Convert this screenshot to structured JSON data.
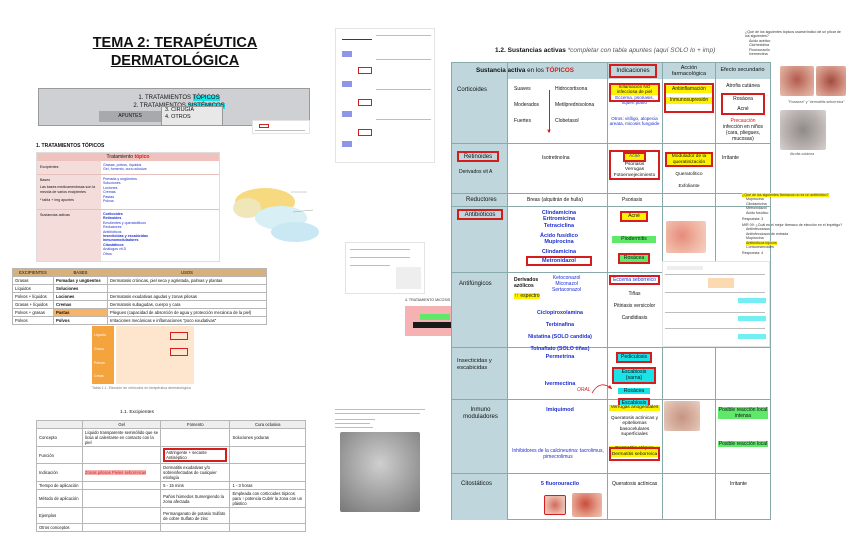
{
  "title": "TEMA 2: TERAPÉUTICA DERMATOLÓGICA",
  "index": {
    "items": [
      "1. TRATAMIENTOS",
      "TÓPICOS",
      "2. TRATAMIENTOS",
      "SISTÉMICOS",
      "3. CIRUGÍA",
      "4. OTROS"
    ],
    "apuntes": "APUNTES"
  },
  "section1": {
    "heading": "1. TRATAMIENTOS TÓPICOS",
    "table_header": "Tratamiento",
    "table_header_hl": "tópico",
    "rows": [
      {
        "label": "Excipientes",
        "items": [
          "Grasas, polvos, líquidos",
          "Gel, fomento, cura oclusiva"
        ]
      },
      {
        "label": "Bases",
        "sub": "Las bases medicamentosas son la mezcla de varios excipientes",
        "note": "* tabla + img apuntes",
        "items": [
          "Pomada y ungüentos",
          "Soluciones",
          "Lociones",
          "Cremas",
          "Pastas",
          "Polvos"
        ]
      },
      {
        "label": "Sustancias activas",
        "items": [
          "Corticoides",
          "Retinoides",
          "Emolientes y queratolíticos",
          "Reductores",
          "Antibióticos",
          "Insecticidas y escabicidas",
          "Inmunomoduladores",
          "Citostáticos",
          "Análogos vit D",
          "Otros"
        ]
      }
    ]
  },
  "excipients_table": {
    "headers": [
      "EXCIPIENTES",
      "BASES",
      "USOS"
    ],
    "rows": [
      [
        "Grasas",
        "Pomadas y ungüentos",
        "Dermatosis crónicas, piel seca y agrietada, palmas y plantas"
      ],
      [
        "Líquidos",
        "Soluciones",
        ""
      ],
      [
        "Polvos + líquidos",
        "Lociones",
        "Dermatosis exudativas agudas y zonas pilosas"
      ],
      [
        "Grasas + líquidos",
        "Cremas",
        "Dermatosis subagudas, cuerpo y cara"
      ],
      [
        "Polvos + grasas",
        "Pastas",
        "Pliegues (capacidad de absorción de agua y protección mecánica de la piel)"
      ],
      [
        "Polvos",
        "Polvos",
        "Irritaciones mecánicas e inflamaciones \"poco exudativas\""
      ]
    ]
  },
  "orange_figure": {
    "rows": [
      "Líquido",
      "Grasa",
      "Polvos",
      "Creas"
    ],
    "caption": "Tabla 1.1. Elección de vehículos en terapéutica dermatológica"
  },
  "section11": {
    "heading": "1.1. Excipientes",
    "headers": [
      "",
      "Gel",
      "Fomento",
      "Cura oclusiva"
    ],
    "rows": [
      [
        "Concepto",
        "Líquido transparente semisólido que se licúa al calentarse en contacto con la piel",
        "",
        "Soluciones yoduras"
      ],
      [
        "Función",
        "",
        "Astringente + secante Antiséptico",
        ""
      ],
      [
        "Indicación",
        "Zonas pilosas Pieles seborreicas",
        "Dermatitis exudativas y/o sobreinfectadas de cualquier etiología",
        ""
      ],
      [
        "Tiempo de aplicación",
        "",
        "5 - 15 mins",
        "1 - 3 horas"
      ],
      [
        "Método de aplicación",
        "",
        "Paños húmedos Sumergiendo la zona afectada",
        "Empleada con corticoides tópicos para ↑ potencia Cubrir la zona con un plástico"
      ],
      [
        "Ejemplos",
        "",
        "Permanganato de potasio Sulfato de cobre Sulfato de zinc",
        ""
      ],
      [
        "Otros conceptos",
        "",
        "",
        ""
      ]
    ]
  },
  "section12": {
    "heading": "1.2. Sustancias activas",
    "note": "*completar con tabla apuntes (aquí SOLO lo + imp)",
    "headers": {
      "substance": "Sustancia activa",
      "substance_suffix": "en los",
      "topicos": "TÓPICOS",
      "indicaciones": "Indicaciones",
      "accion": "Acción farmacológica",
      "efecto": "Efecto secundario"
    },
    "categories": [
      {
        "name": "Corticoides",
        "potency": [
          "Suaves",
          "Moderados",
          "Fuertes"
        ],
        "drugs": [
          "Hidrocortisona",
          "Metilprednisolona",
          "Clobetasol"
        ],
        "indic": [
          "Inflamación NO infecciosa de piel",
          "Eccema, psoriasis, liquen plano",
          "Otros: vitíligo, alopecia areata, micosis fungoide"
        ],
        "accion": [
          "Antiinflamación",
          "Inmunosupresión"
        ],
        "efecto": [
          "Atrofia cutánea",
          "Rosácea",
          "Acné",
          "Precaución",
          "infección en niños",
          "(cara, pliegues, mucosas)"
        ]
      },
      {
        "name": "Retinoides",
        "sub": "Derivados vit A",
        "drug": "Isotretinoína",
        "indic": [
          "Acné",
          "Psoriasis",
          "Verrugas",
          "Fotoenvejecimiento"
        ],
        "accion": [
          "Modulador de la queratinización",
          "Queratolítico",
          "Exfoliante"
        ],
        "efecto": "Irritante"
      },
      {
        "name": "Reductores",
        "drug": "Breas (alquitrán de hulla)",
        "indic": "Psoriasis"
      },
      {
        "name": "Antibióticos",
        "drugs": [
          "Clindamicina",
          "Eritromicina",
          "Tetraciclina",
          "Ácido fusídico",
          "Mupirocina",
          "Clindamicina",
          "Metronidazol"
        ],
        "indic": [
          "Acné",
          "Piodermitis",
          "Rosácea"
        ]
      },
      {
        "name": "Antifúngicos",
        "group": "Derivados azólicos",
        "azoles": [
          "Ketoconazol",
          "Miconazol",
          "Sertaconazol"
        ],
        "espectro": "↑↑ espectro",
        "drugs": [
          "Ciclopiroxolamina",
          "Terbinafina",
          "Nistatina (SOLO candida)",
          "Tolnaftato (SOLO tiñas)"
        ],
        "indic": [
          "Eccema seborreico",
          "Tiñas",
          "Pitiriasis versicolor",
          "Candidiasis"
        ]
      },
      {
        "name": "Insecticidas y escabicidas",
        "drugs": [
          "Permetrina",
          "Ivermectina"
        ],
        "ivermectina_note": "ORAL",
        "indic": [
          "Pediculosis",
          "Escabiosis (sarna)",
          "Rosácea",
          "Escabiosis"
        ]
      },
      {
        "name": "Inmuno moduladores",
        "drugs": [
          "Imiquimod",
          "Inhibidores de la calcineurina: tacrolimus, pimecrolimus"
        ],
        "indic": [
          "Verrugas anogenitales",
          "Queratosis actínicas y epiteliomas basocelulares superficiales",
          "Dermatitis atópica",
          "Dermatitis seborreica"
        ],
        "efecto": [
          "Posible reacción local intensa",
          "Posible reacción local"
        ]
      },
      {
        "name": "Citostáticos",
        "drug": "5 fluorouracilo",
        "indic": "Queratosis actínicas",
        "efecto": "Irritante"
      }
    ]
  },
  "right_notes": {
    "top": [
      "¿Qué de los siguientes tópicos usarse/indicó de un pilcar de los siguientes?",
      "Ácido acético",
      "Clorhexidina",
      "Fluorouracilo",
      "Ivermectina"
    ],
    "mid": [
      "¿Qué de los siguientes fármacos no es un antibiótico?",
      "Mupirocina",
      "Clindamicina",
      "Metronidazol",
      "Ácido fusídico"
    ],
    "answer1": "Respuesta: 3",
    "mid2": [
      "MIR 09: ¿Cuál es el mejor fármaco de elección en el impétigo?",
      "Antiinfecciosos",
      "Antiinfecciosos de entrada",
      "Mupirocina",
      "Antibióticos tópicos",
      "Corticoesteroides"
    ],
    "answer2": "Respuesta: 4",
    "rosacea_caption": "\"Rosacea\" y \"dermatitis seborreica\"",
    "atrofia_caption": "Atrofia cutánea"
  },
  "colors": {
    "red": "#d61d1d",
    "cyan": "#19e3e9",
    "yellow": "#fff200",
    "green": "#5fe86a",
    "teal_header": "#bfd7dc",
    "orange": "#f5a33c"
  }
}
